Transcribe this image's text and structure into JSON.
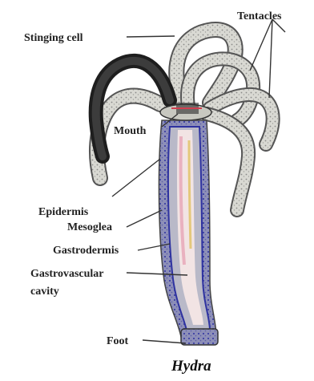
{
  "diagram": {
    "caption": "Hydra",
    "labels": {
      "tentacles": "Tentacles",
      "stinging_cell": "Stinging cell",
      "mouth": "Mouth",
      "epidermis": "Epidermis",
      "mesoglea": "Mesoglea",
      "gastrodermis": "Gastrodermis",
      "gastrovascular_line1": "Gastrovascular",
      "gastrovascular_line2": "cavity",
      "foot": "Foot"
    }
  },
  "colors": {
    "tentacle_fill": "#d8d8d2",
    "tentacle_dark": "#2e2e2e",
    "body_outer": "#9a9ab0",
    "body_blue": "#3b3fb0",
    "cavity": "#f4e6e6",
    "pink": "#e8a8b8",
    "gold": "#e0c060"
  }
}
